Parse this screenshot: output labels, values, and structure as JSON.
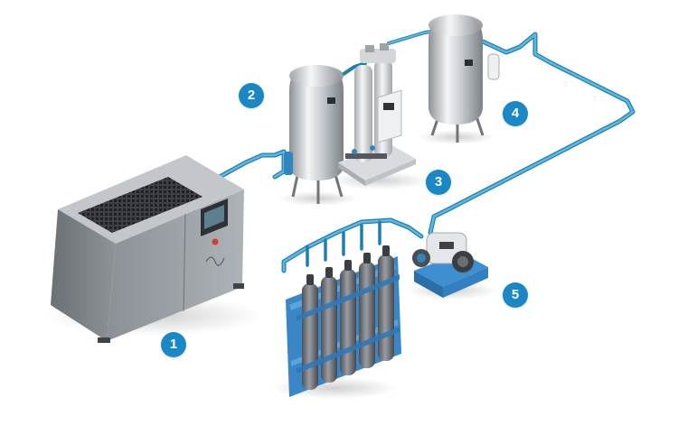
{
  "colors": {
    "accent": "#1a87c6",
    "pipe": "#3aa2d6",
    "pipe_dark": "#1d7fb0",
    "metal_light": "#e9ecee",
    "metal_mid": "#b9bec3",
    "metal_dark": "#7d8389",
    "compressor_light": "#9aa0a6",
    "compressor_dark": "#55595e",
    "cylinder": "#7a7d82",
    "rack": "#2f78b8"
  },
  "badges": [
    {
      "number": "1",
      "icon": "air-compressor"
    },
    {
      "number": "2",
      "icon": "air-receiver-tank"
    },
    {
      "number": "3",
      "icon": "nitrogen-generator"
    },
    {
      "number": "4",
      "icon": "nitrogen-buffer-tank"
    },
    {
      "number": "5",
      "icon": "booster-and-cylinders"
    }
  ]
}
